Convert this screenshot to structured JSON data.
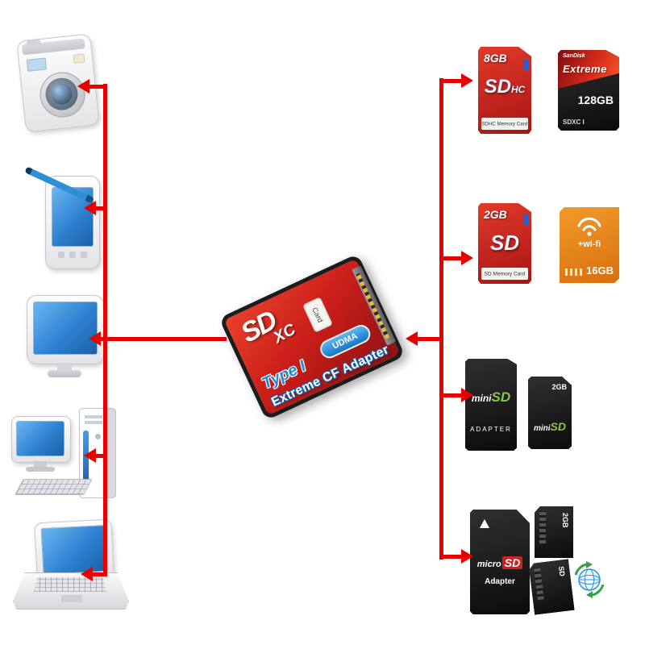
{
  "adapter": {
    "logo_main": "SD",
    "logo_sub": "XC",
    "card_sticker": "Card",
    "udma_badge": "UDMA",
    "type_label": "Type I",
    "title": "Extreme CF Adapter"
  },
  "cards": {
    "sdhc_8gb": {
      "capacity": "8GB",
      "logo": "SD",
      "logo_class": "HC",
      "label": "SDHC Memory Card"
    },
    "extreme_sdxc": {
      "brand": "SanDisk",
      "name": "Extreme",
      "capacity": "128GB",
      "footer": "SDXC I"
    },
    "sd_2gb": {
      "capacity": "2GB",
      "logo": "SD",
      "label": "SD Memory Card"
    },
    "wifi_16gb": {
      "wifi_label": "+wi-fi",
      "capacity": "16GB"
    },
    "minisd_adapter": {
      "logo_mini": "mini",
      "logo_sd": "SD",
      "label": "ADAPTER"
    },
    "minisd_2gb": {
      "capacity": "2GB",
      "logo_mini": "mini",
      "logo_sd": "SD"
    },
    "microsd_adapter": {
      "logo_micro": "micro",
      "logo_sd": "SD",
      "label": "Adapter"
    },
    "microsd_small_top": {
      "marking": "2GB"
    },
    "microsd_small_bottom": {
      "marking": "SD"
    }
  },
  "devices": {
    "items": [
      "digital-camera",
      "pda-with-stylus",
      "lcd-monitor",
      "desktop-computer",
      "laptop"
    ]
  },
  "colors": {
    "arrow_red": "#e60000",
    "adapter_red": "#cc1f1a",
    "sd_card_red": "#c52020",
    "wifi_orange": "#e8821e",
    "screen_blue": "#2e82d2"
  }
}
